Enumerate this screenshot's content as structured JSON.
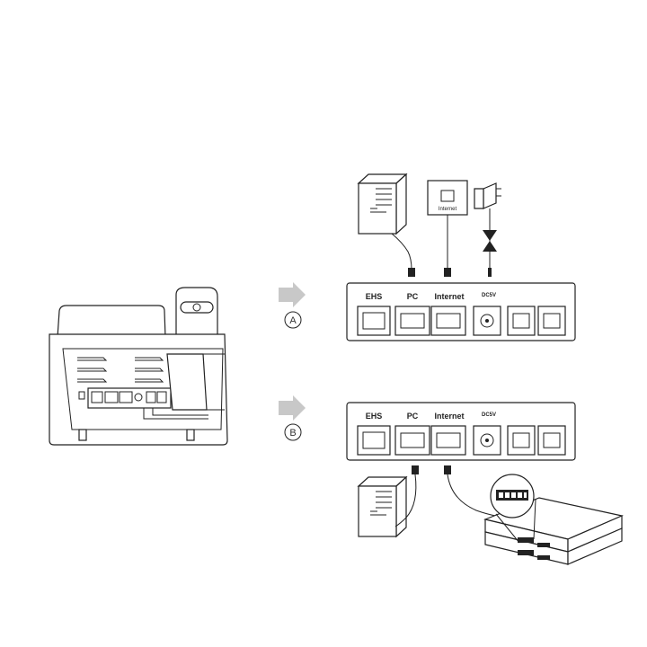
{
  "panel_a": {
    "marker": "A",
    "ports": {
      "ehs": "EHS",
      "pc": "PC",
      "internet": "Internet",
      "dc": "DC5V"
    },
    "wall_jack_label": "Internet"
  },
  "panel_b": {
    "marker": "B",
    "ports": {
      "ehs": "EHS",
      "pc": "PC",
      "internet": "Internet",
      "dc": "DC5V"
    }
  },
  "colors": {
    "arrow": "#c8c8c8",
    "line": "#222222",
    "shade": "#e6e6e6"
  }
}
